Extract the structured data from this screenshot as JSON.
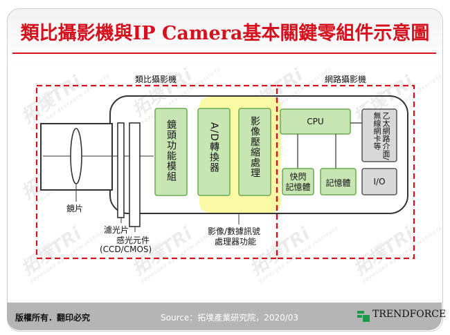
{
  "title": "類比攝影機與IP Camera基本關鍵零組件示意圖",
  "watermark": {
    "text": "拓墣TRi",
    "sub": "TOPOLOGY RESEARCH INSTITUTE"
  },
  "sections": {
    "analog": "類比攝影機",
    "network": "網路攝影機"
  },
  "components": {
    "lens": "鏡片",
    "filter": "濾光片",
    "sensor": "感光元件",
    "sensor_note": "(CCD/CMOS)",
    "lens_module": "鏡頭功能模組",
    "adc": "A/D轉換器",
    "compress": "影像壓縮處理",
    "processor_line1": "影像/數據訊號",
    "processor_line2": "處理器功能",
    "cpu": "CPU",
    "network_iface": "乙太網路介面/無線網卡等",
    "flash_line1": "快閃",
    "flash_line2": "記憶體",
    "memory": "記憶體",
    "io": "I/O"
  },
  "colors": {
    "accent_red": "#d6111e",
    "box_green": "#c8e6b4",
    "box_border": "#6aa84f",
    "highlight": "#fbf8a6",
    "gray_box": "#d9d9d9"
  },
  "footer": {
    "rights": "版權所有．翻印必究",
    "source": "Source：拓墣產業研究院，2020/03",
    "brand": "TRENDFORCE"
  }
}
